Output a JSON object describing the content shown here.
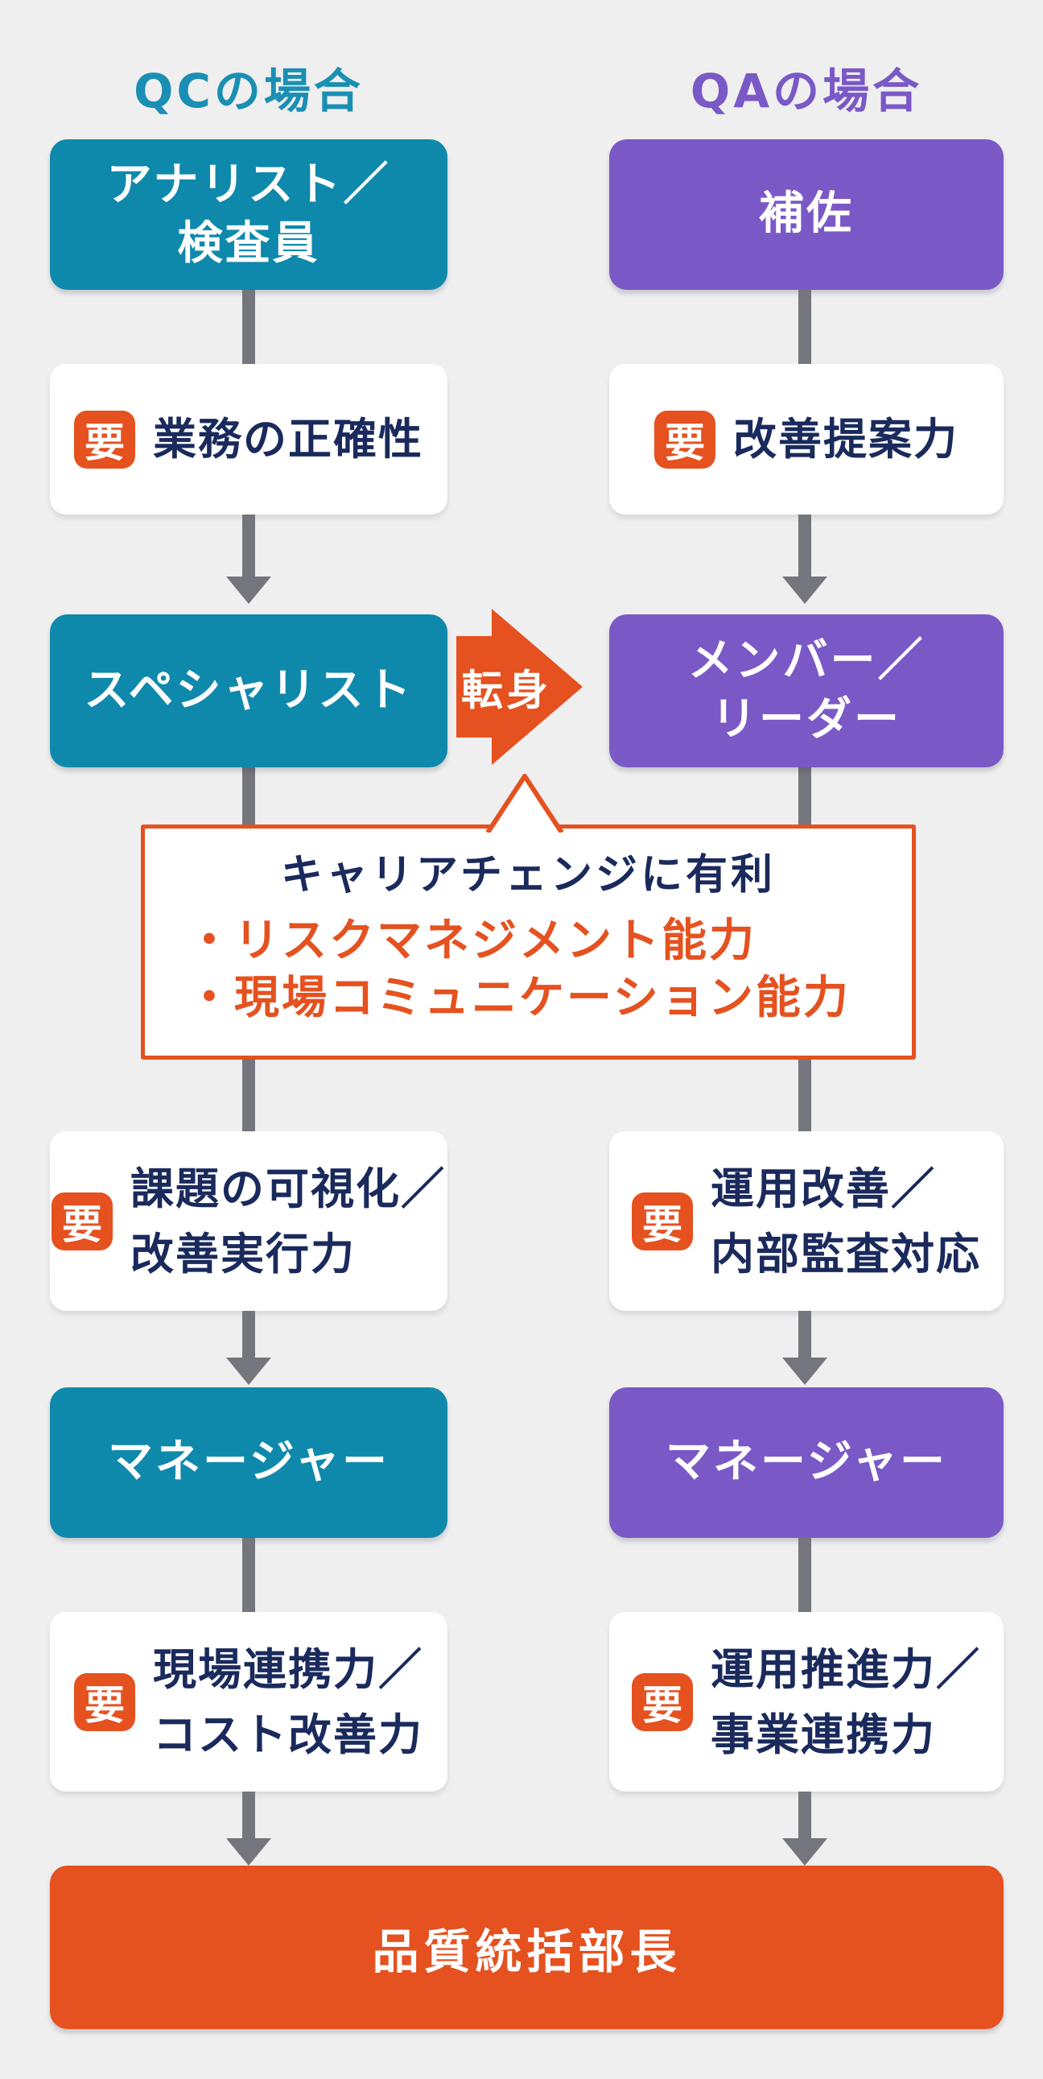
{
  "labels": {
    "badge": "要",
    "tenshin": "転身"
  },
  "columns": {
    "qc": {
      "header": "QCの場合",
      "role1": "アナリスト／\n検査員",
      "skill1": "業務の正確性",
      "role2": "スペシャリスト",
      "skill2": "課題の可視化／\n改善実行力",
      "role3": "マネージャー",
      "skill3": "現場連携力／\nコスト改善力"
    },
    "qa": {
      "header": "QAの場合",
      "role1": "補佐",
      "skill1": "改善提案力",
      "role2": "メンバー／\nリーダー",
      "skill2": "運用改善／\n内部監査対応",
      "role3": "マネージャー",
      "skill3": "運用推進力／\n事業連携力"
    }
  },
  "callout": {
    "title": "キャリアチェンジに有利",
    "bullets": [
      "・リスクマネジメント能力",
      "・現場コミュニケーション能力"
    ]
  },
  "final_role": "品質統括部長",
  "colors": {
    "qc_teal": "#0f89ab",
    "qa_purple": "#7a59c6",
    "accent_orange": "#e5511f",
    "text_navy": "#1a2a5c",
    "connector_gray": "#75757d",
    "background": "#efefef"
  }
}
